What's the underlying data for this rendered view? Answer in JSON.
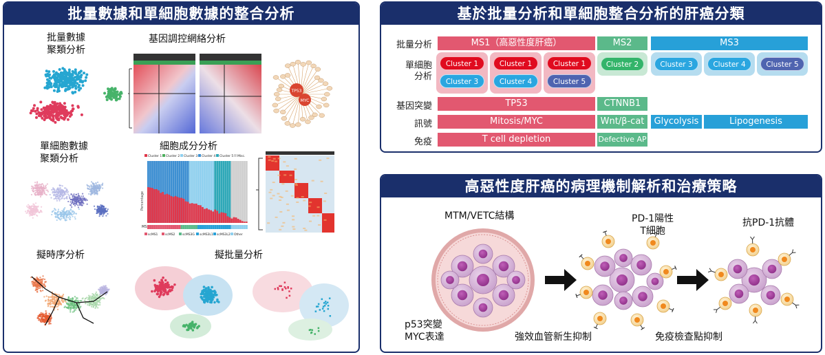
{
  "left_panel": {
    "title": "批量數據和單細胞數據的整合分析",
    "labels": {
      "bulk_cluster": "批量數據\n聚類分析",
      "gene_network": "基因調控網絡分析",
      "sc_cluster": "單細胞數據\n聚類分析",
      "cell_composition": "細胞成分分析",
      "pseudotime": "擬時序分析",
      "pseudobulk": "擬批量分析"
    },
    "network_nodes": [
      "TP53",
      "MYC"
    ],
    "composition_legend": [
      "Cluster 1",
      "Cluster 2",
      "Cluster 3",
      "Cluster 4",
      "Cluster 5",
      "Misc."
    ],
    "composition_ylabel": "Percentage",
    "composition_ms": "MS",
    "composition_bottom_legend": [
      "scMS1",
      "scMS2",
      "scMS3G",
      "scMS3L1",
      "scMS3L2",
      "Other"
    ]
  },
  "top_right_panel": {
    "title": "基於批量分析和單細胞整合分析的肝癌分類",
    "row_labels": [
      "批量分析",
      "單細胞\n分析",
      "基因突變",
      "訊號",
      "免疫"
    ],
    "ms1": "MS1（高惡性度肝癌）",
    "ms2": "MS2",
    "ms3": "MS3",
    "clusters": {
      "g1_top": "Cluster 1",
      "g1_bot": "Cluster 3",
      "g2_top": "Cluster 1",
      "g2_bot": "Cluster 4",
      "g3_top": "Cluster 1",
      "g3_bot": "Cluster 5",
      "g4": "Cluster 2",
      "g5": "Cluster 3",
      "g6": "Cluster 4",
      "g7": "Cluster 5"
    },
    "mutation_ms1": "TP53",
    "mutation_ms2": "CTNNB1",
    "signal_ms1": "Mitosis/MYC",
    "signal_ms2": "Wnt/β-cat",
    "signal_ms3a": "Glycolysis",
    "signal_ms3b": "Lipogenesis",
    "immune_ms1": "T cell depletion",
    "immune_ms2": "Defective AP",
    "colors": {
      "ms1": "#e25870",
      "ms2": "#5bb98a",
      "ms3": "#27a0d8"
    }
  },
  "bottom_right_panel": {
    "title": "高惡性度肝癌的病理機制解析和治療策略",
    "mtm_label": "MTM/VETC結構",
    "p53_label": "p53突變\nMYC表達",
    "pd1_label": "PD-1陽性\nT細胞",
    "anti_pd1_label": "抗PD-1抗體",
    "angio_label": "強效血管新生抑制",
    "immune_label": "免疫檢查點抑制"
  }
}
